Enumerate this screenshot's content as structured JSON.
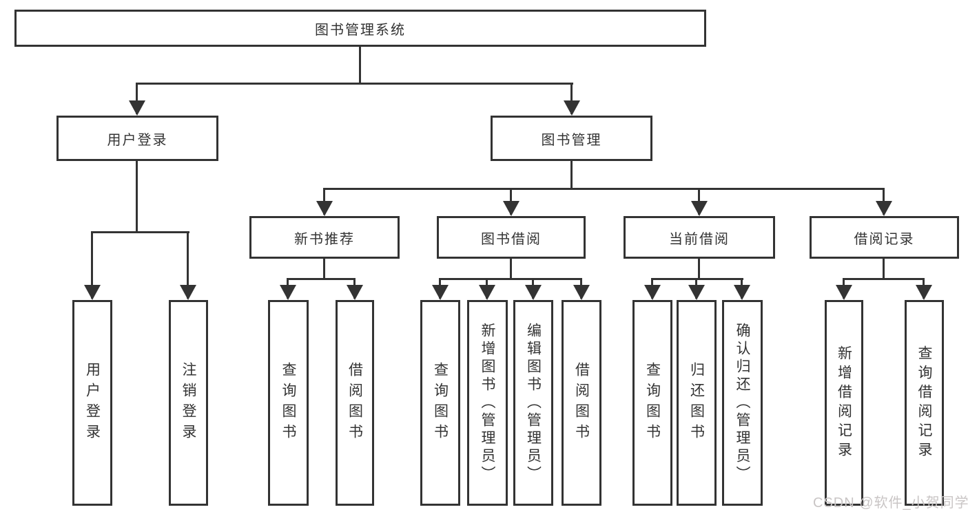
{
  "tree": {
    "root": {
      "label": "图书管理系统"
    },
    "branches": [
      {
        "label": "用户登录",
        "children": [
          {
            "label": "用户登录"
          },
          {
            "label": "注销登录"
          }
        ]
      },
      {
        "label": "图书管理",
        "children": [
          {
            "label": "新书推荐",
            "children": [
              {
                "label": "查询图书"
              },
              {
                "label": "借阅图书"
              }
            ]
          },
          {
            "label": "图书借阅",
            "children": [
              {
                "label": "查询图书"
              },
              {
                "label": "新增图书（管理员）"
              },
              {
                "label": "编辑图书（管理员）"
              },
              {
                "label": "借阅图书"
              }
            ]
          },
          {
            "label": "当前借阅",
            "children": [
              {
                "label": "查询图书"
              },
              {
                "label": "归还图书"
              },
              {
                "label": "确认归还（管理员）"
              }
            ]
          },
          {
            "label": "借阅记录",
            "children": [
              {
                "label": "新增借阅记录"
              },
              {
                "label": "查询借阅记录"
              }
            ]
          }
        ]
      }
    ]
  },
  "watermark": {
    "text": "CSDN @软件_小贺同学"
  },
  "colors": {
    "line": "#333333",
    "background": "#ffffff",
    "watermark": "#c9c5c5"
  }
}
